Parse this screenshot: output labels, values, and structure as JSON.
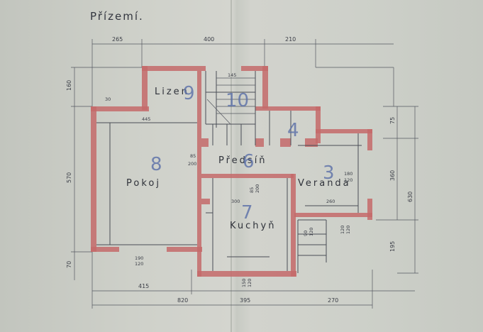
{
  "title": "Přízemí.",
  "rooms": [
    {
      "label": "Pokoj",
      "number": "8"
    },
    {
      "label": "Lizen",
      "number": "9"
    },
    {
      "label": "10",
      "number": "10"
    },
    {
      "label": "Předsíň",
      "number": "6"
    },
    {
      "label": "Veranda",
      "number": "3"
    },
    {
      "label": "Kuchyň",
      "number": "7"
    },
    {
      "label": "4",
      "number": "4"
    }
  ],
  "dimensions": {
    "top": [
      "265",
      "400",
      "210"
    ],
    "left": [
      "160",
      "570",
      "70"
    ],
    "right": [
      "75",
      "360",
      "630",
      "195"
    ],
    "bottom": [
      "415",
      "820",
      "395",
      "270"
    ],
    "inner": [
      "445",
      "85",
      "200",
      "85",
      "200",
      "300",
      "260",
      "180",
      "120",
      "150",
      "120",
      "190",
      "120",
      "90",
      "120",
      "120",
      "120",
      "30",
      "145"
    ]
  }
}
